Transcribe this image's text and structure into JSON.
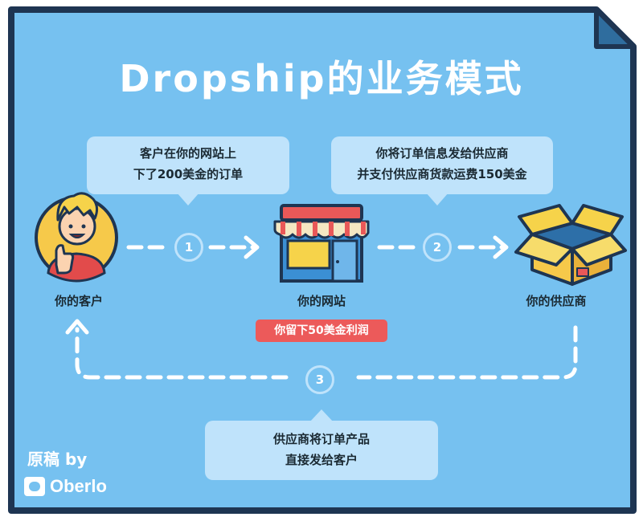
{
  "title": "Dropship的业务模式",
  "colors": {
    "background": "#76c1f0",
    "border": "#1e3552",
    "bubble": "#bfe3fb",
    "profit_badge": "#ec5a5a",
    "arrow": "#ffffff"
  },
  "nodes": {
    "customer": {
      "label": "你的客户",
      "icon": "thumbs-up-customer-icon"
    },
    "website": {
      "label": "你的网站",
      "icon": "storefront-icon"
    },
    "supplier": {
      "label": "你的供应商",
      "icon": "open-box-icon"
    }
  },
  "bubbles": {
    "step1": {
      "line1": "客户在你的网站上",
      "line2": "下了200美金的订单"
    },
    "step2": {
      "line1": "你将订单信息发给供应商",
      "line2": "并支付供应商货款运费150美金"
    },
    "step3": {
      "line1": "供应商将订单产品",
      "line2": "直接发给客户"
    }
  },
  "steps": [
    "1",
    "2",
    "3"
  ],
  "profit": "你留下50美金利润",
  "credit": "原稿 by",
  "brand": "Oberlo"
}
